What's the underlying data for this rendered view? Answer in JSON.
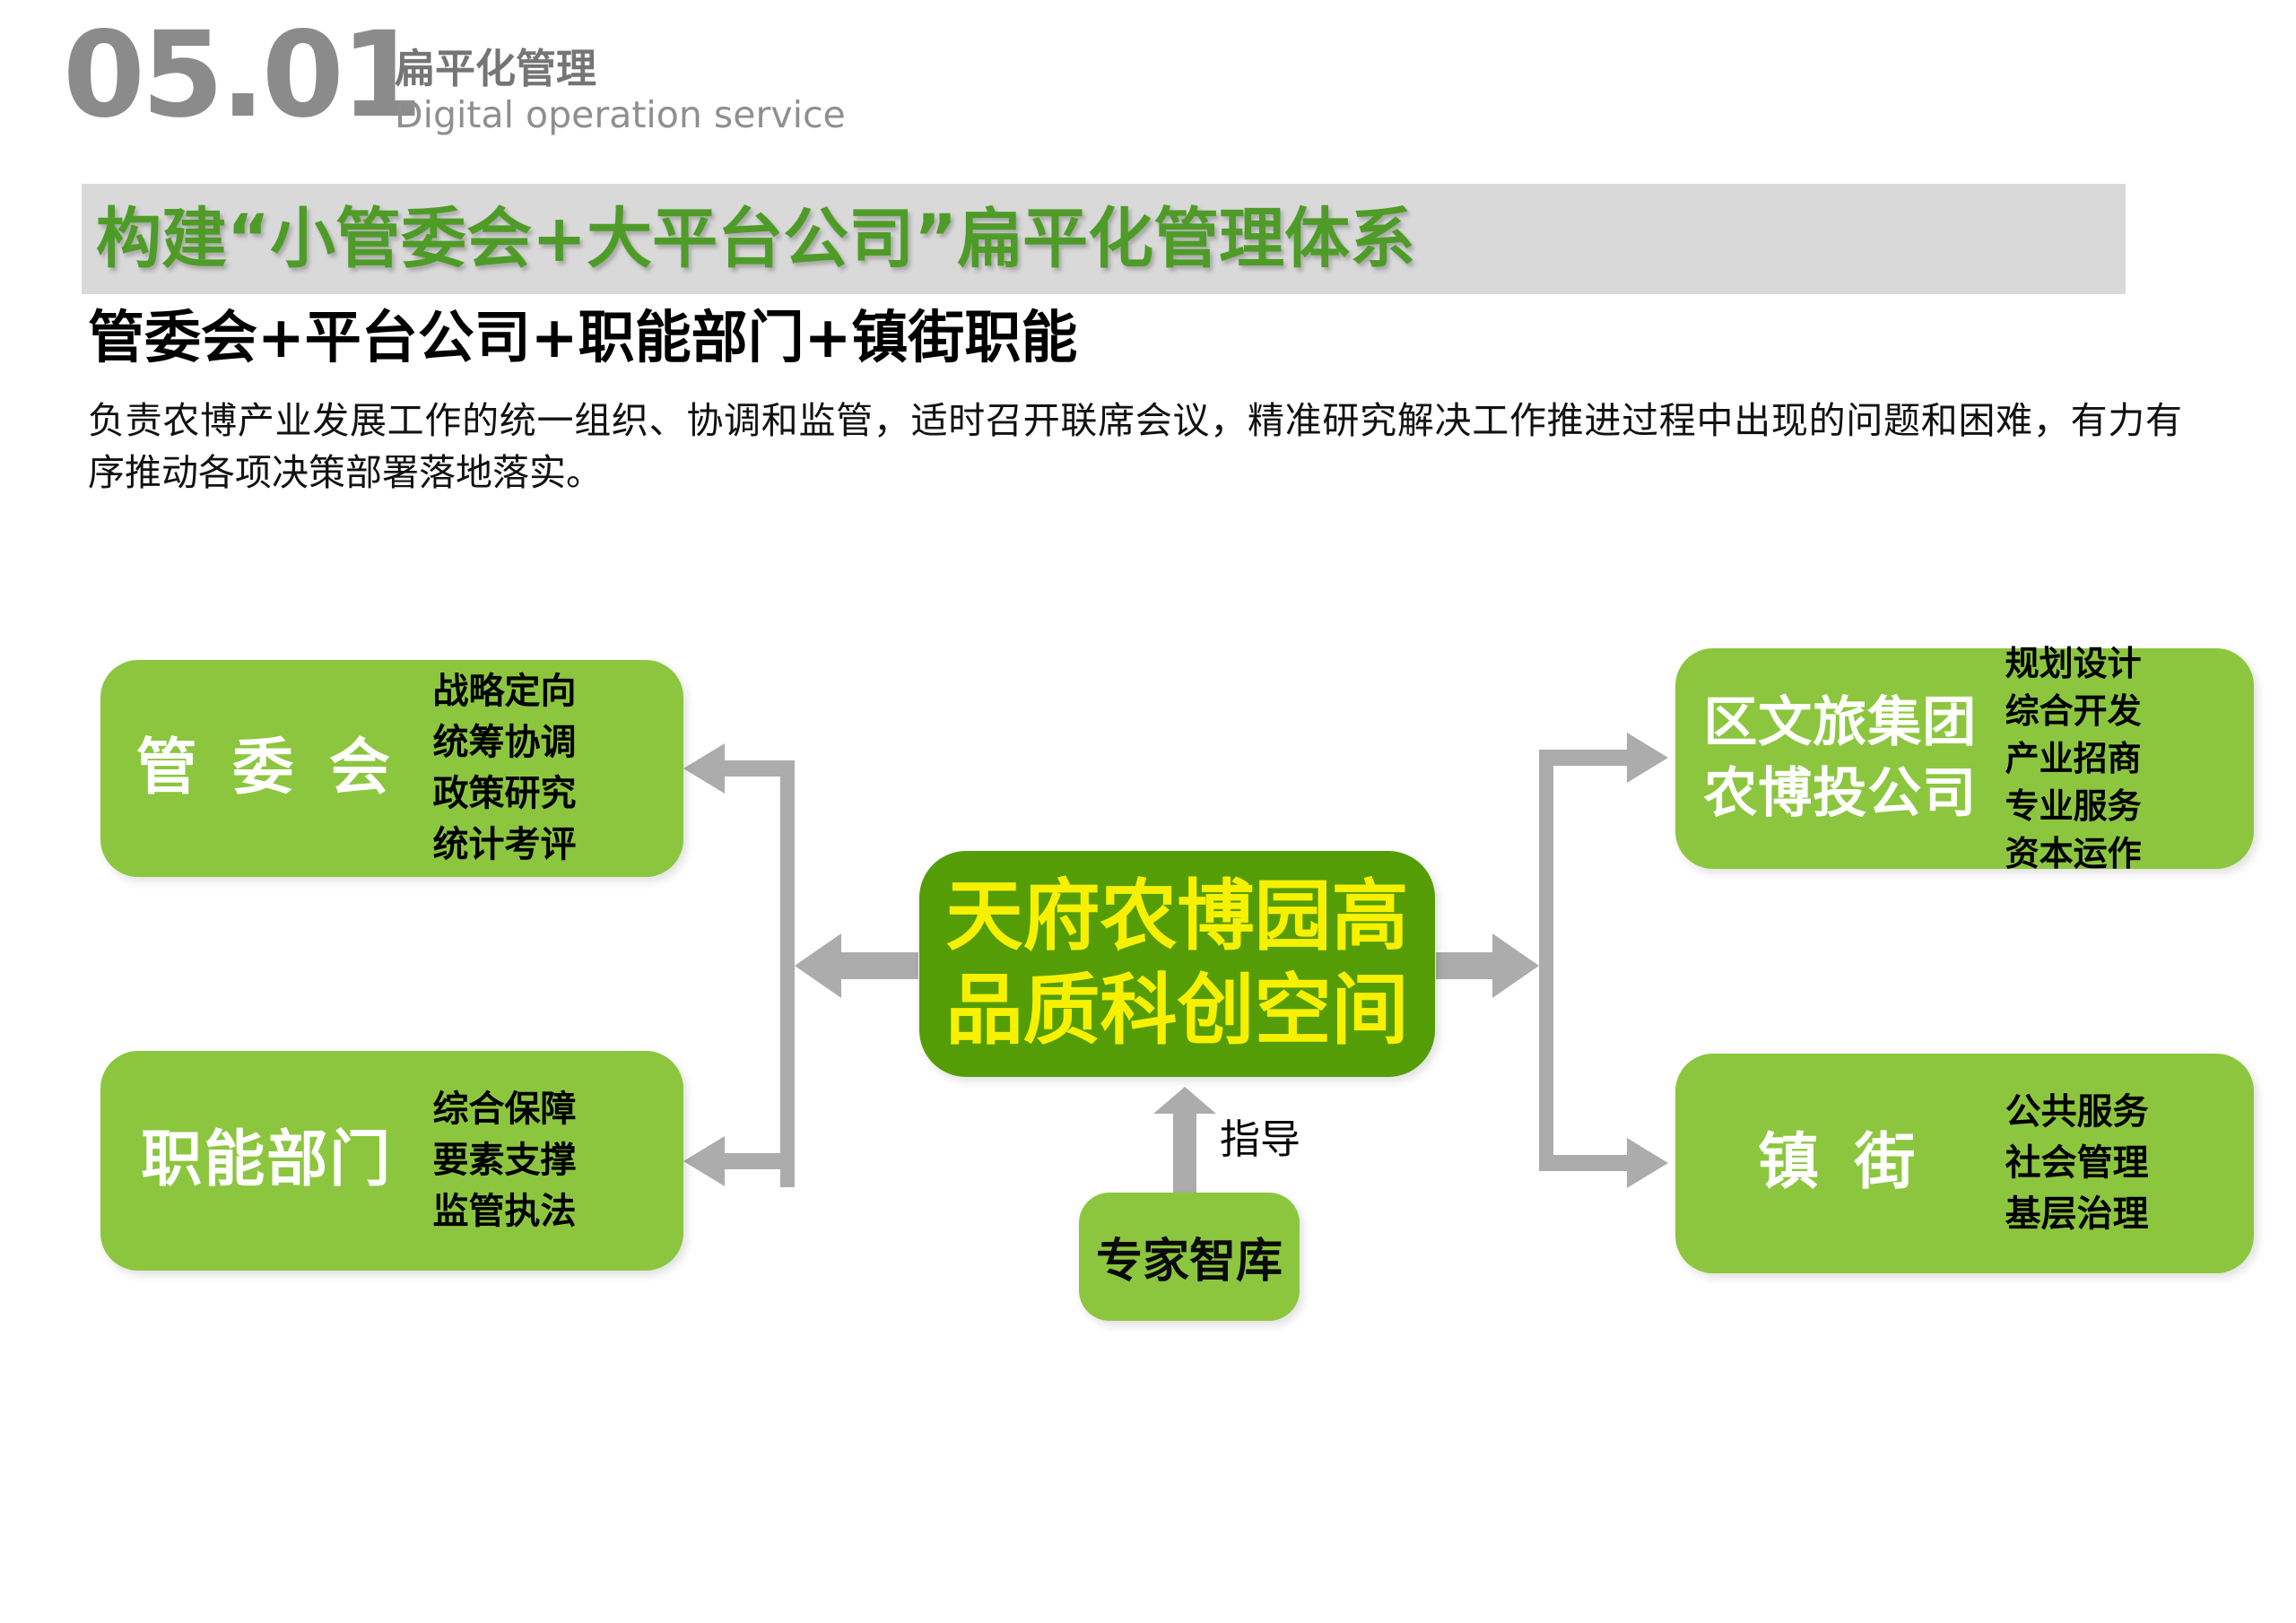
{
  "colors": {
    "light_green": "#8CC63F",
    "dark_green": "#549D07",
    "yellow_text": "#F7F100",
    "arrow_gray": "#ACACAC",
    "banner_bg": "#D9D9D9",
    "banner_text_green": "#4E9C27",
    "header_gray": "#8B8B8B"
  },
  "header": {
    "section_number": "05.01",
    "title_zh": "扁平化管理",
    "title_en": "Digital operation service"
  },
  "banner": {
    "title": "构建“小管委会+大平台公司”扁平化管理体系"
  },
  "intro": {
    "subtitle": "管委会+平台公司+职能部门+镇街职能",
    "paragraph": "负责农博产业发展工作的统一组织、协调和监管，适时召开联席会议，精准研究解决工作推进过程中出现的问题和困难，有力有序推动各项决策部署落地落实。"
  },
  "diagram": {
    "center": {
      "line1": "天府农博园高",
      "line2": "品质科创空间"
    },
    "left_top": {
      "title": "管 委 会",
      "items": [
        "战略定向",
        "统筹协调",
        "政策研究",
        "统计考评"
      ]
    },
    "left_bottom": {
      "title": "职能部门",
      "items": [
        "综合保障",
        "要素支撑",
        "监管执法"
      ]
    },
    "right_top": {
      "title_line1": "区文旅集团",
      "title_line2": "农博投公司",
      "items": [
        "规划设计",
        "综合开发",
        "产业招商",
        "专业服务",
        "资本运作"
      ]
    },
    "right_bottom": {
      "title": "镇 街",
      "items": [
        "公共服务",
        "社会管理",
        "基层治理"
      ]
    },
    "think_tank": {
      "title": "专家智库",
      "arrow_label": "指导"
    }
  }
}
